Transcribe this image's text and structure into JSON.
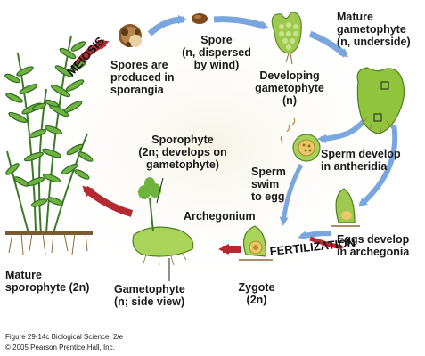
{
  "labels": {
    "meiosis": "MEIOSIS",
    "fertilization": "FERTILIZATION",
    "spores_produced": [
      "Spores are",
      "produced in",
      "sporangia"
    ],
    "spore": [
      "Spore",
      "(n, dispersed",
      "by wind)"
    ],
    "developing_gametophyte": [
      "Developing",
      "gametophyte",
      "(n)"
    ],
    "mature_gametophyte": [
      "Mature",
      "gametophyte",
      "(n, underside)"
    ],
    "sperm_develop": [
      "Sperm develop",
      "in antheridia"
    ],
    "sperm_swim": [
      "Sperm",
      "swim",
      "to egg"
    ],
    "eggs_develop": [
      "Eggs develop",
      "in archegonia"
    ],
    "archegonium": "Archegonium",
    "zygote": [
      "Zygote",
      "(2n)"
    ],
    "sporophyte_young": [
      "Sporophyte",
      "(2n; develops on",
      "gametophyte)"
    ],
    "gametophyte_side": [
      "Gametophyte",
      "(n; side view)"
    ],
    "mature_sporophyte": [
      "Mature",
      "sporophyte (2n)"
    ]
  },
  "credits": {
    "figure": "Figure 29-14c  Biological Science, 2/e",
    "copyright": "© 2005 Pearson Prentice Hall, Inc."
  },
  "colors": {
    "haploid_arrow": "#7aa6e0",
    "diploid_arrow": "#b52a30",
    "plant_green": "#5fa83a",
    "light_green": "#a9d45a"
  }
}
